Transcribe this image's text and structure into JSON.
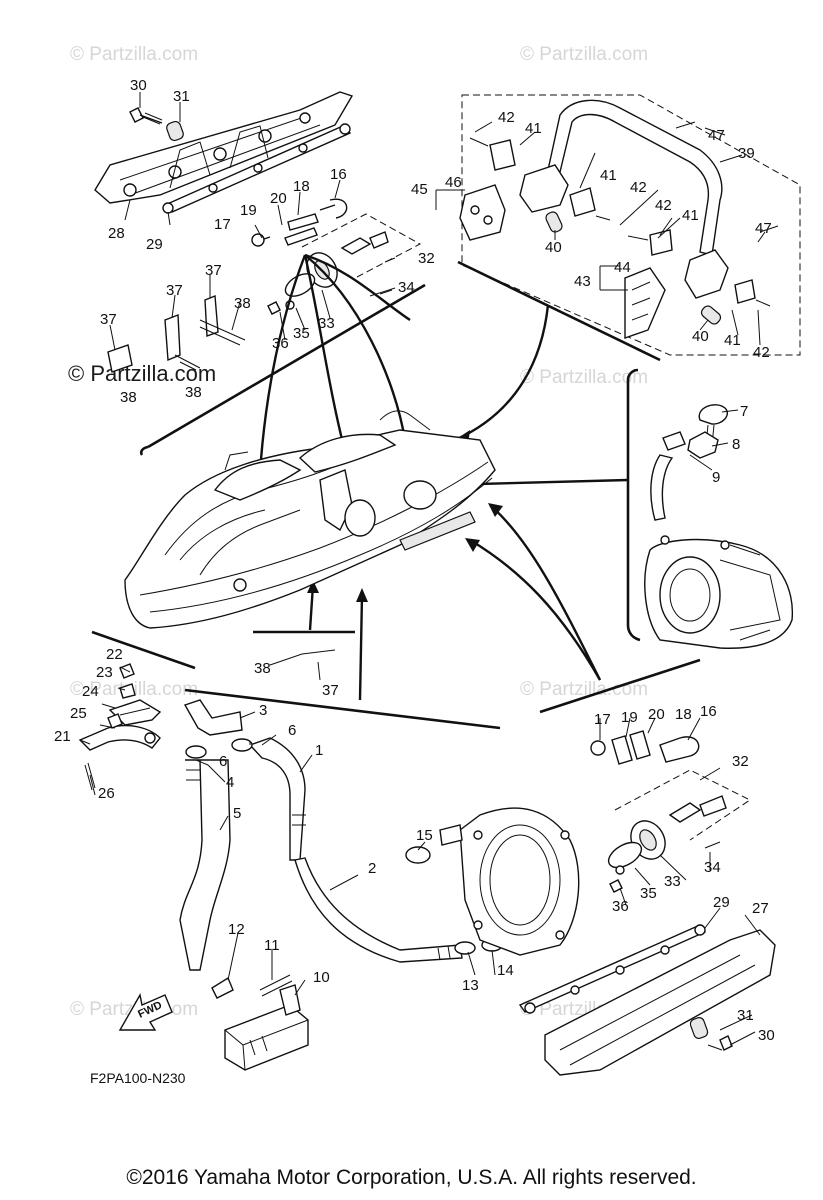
{
  "watermark": {
    "faint_text": "© Partzilla.com",
    "dark_text": "© Partzilla.com"
  },
  "diagram_code": "F2PA100-N230",
  "fwd_label": "FWD",
  "copyright": "©2016  Yamaha Motor Corporation, U.S.A. All rights reserved.",
  "callouts": {
    "c1": "1",
    "c2": "2",
    "c3": "3",
    "c4": "4",
    "c5": "5",
    "c6a": "6",
    "c6b": "6",
    "c7": "7",
    "c8": "8",
    "c9": "9",
    "c10": "10",
    "c11": "11",
    "c12": "12",
    "c13": "13",
    "c14": "14",
    "c15": "15",
    "c16a": "16",
    "c16b": "16",
    "c17a": "17",
    "c17b": "17",
    "c18a": "18",
    "c18b": "18",
    "c19a": "19",
    "c19b": "19",
    "c20a": "20",
    "c20b": "20",
    "c21": "21",
    "c22": "22",
    "c23": "23",
    "c24": "24",
    "c25": "25",
    "c26": "26",
    "c27": "27",
    "c28": "28",
    "c29a": "29",
    "c29b": "29",
    "c30a": "30",
    "c30b": "30",
    "c31a": "31",
    "c31b": "31",
    "c32a": "32",
    "c32b": "32",
    "c33a": "33",
    "c33b": "33",
    "c34a": "34",
    "c34b": "34",
    "c35a": "35",
    "c35b": "35",
    "c36a": "36",
    "c36b": "36",
    "c37a": "37",
    "c37b": "37",
    "c37c": "37",
    "c37d": "37",
    "c38a": "38",
    "c38b": "38",
    "c38c": "38",
    "c38d": "38",
    "c39": "39",
    "c40a": "40",
    "c40b": "40",
    "c41a": "41",
    "c41b": "41",
    "c41c": "41",
    "c41d": "41",
    "c42a": "42",
    "c42b": "42",
    "c42c": "42",
    "c42d": "42",
    "c43": "43",
    "c44": "44",
    "c45": "45",
    "c46": "46",
    "c47a": "47",
    "c47b": "47"
  }
}
